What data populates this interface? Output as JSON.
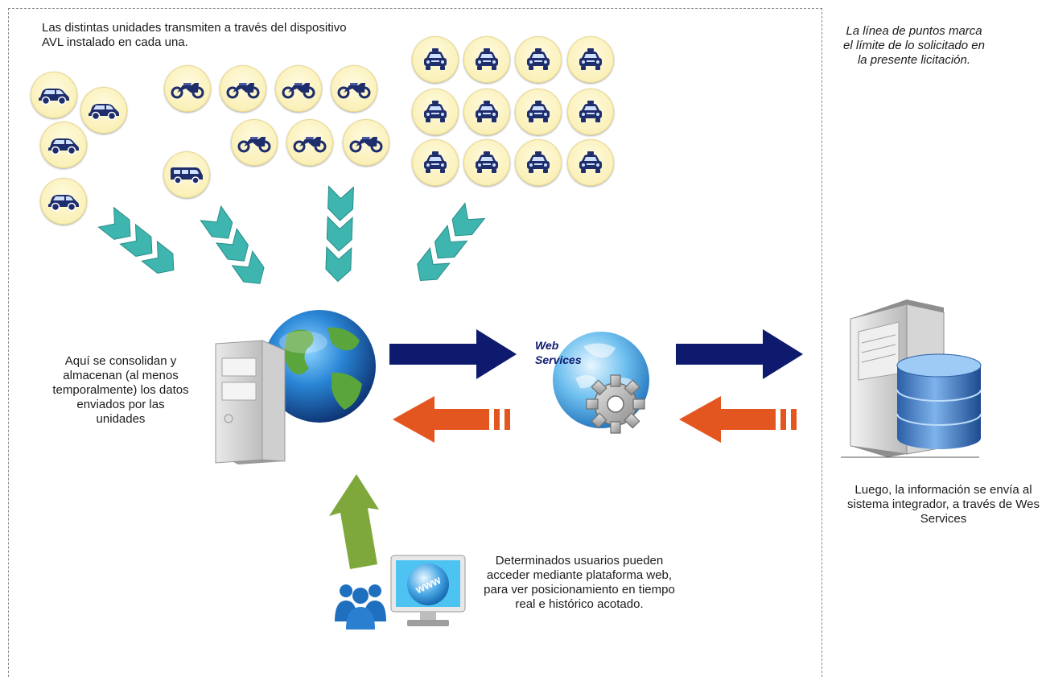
{
  "texts": {
    "units_note": "Las distintas unidades transmiten a través del dispositivo AVL instalado en cada una.",
    "boundary_note": "La línea de puntos marca el límite de lo solicitado en la presente licitación.",
    "server_note": "Aquí se consolidan y almacenan (al menos temporalmente) los datos enviados por las unidades",
    "integrator_note": "Luego, la información se envía al sistema integrador, a través de Wes Services",
    "users_note": "Determinados usuarios pueden acceder mediante plataforma web, para ver posicionamiento en tiempo real e histórico acotado.",
    "web_services_label_1": "Web",
    "web_services_label_2": "Services",
    "www_label": "www"
  },
  "icons": {
    "vehicle_circle": "vehicle-badge-icon",
    "car": "car-icon",
    "motorcycle": "motorcycle-icon",
    "van": "van-icon",
    "taxi": "taxi-icon",
    "chevron_arrow": "chevron-arrow-icon",
    "server": "server-icon",
    "globe": "globe-icon",
    "web_services": "web-services-gear-icon",
    "database_server": "database-server-icon",
    "users": "users-icon",
    "monitor": "monitor-www-icon"
  },
  "colors": {
    "chevron_teal": "#3fb5b0",
    "navy_arrow": "#0e1a6e",
    "orange_arrow": "#e3561f",
    "green_arrow": "#7fa83c",
    "vehicle_blue": "#1e2d6b",
    "badge_fill": "#faf0b8",
    "users_blue": "#1f6fbf"
  }
}
